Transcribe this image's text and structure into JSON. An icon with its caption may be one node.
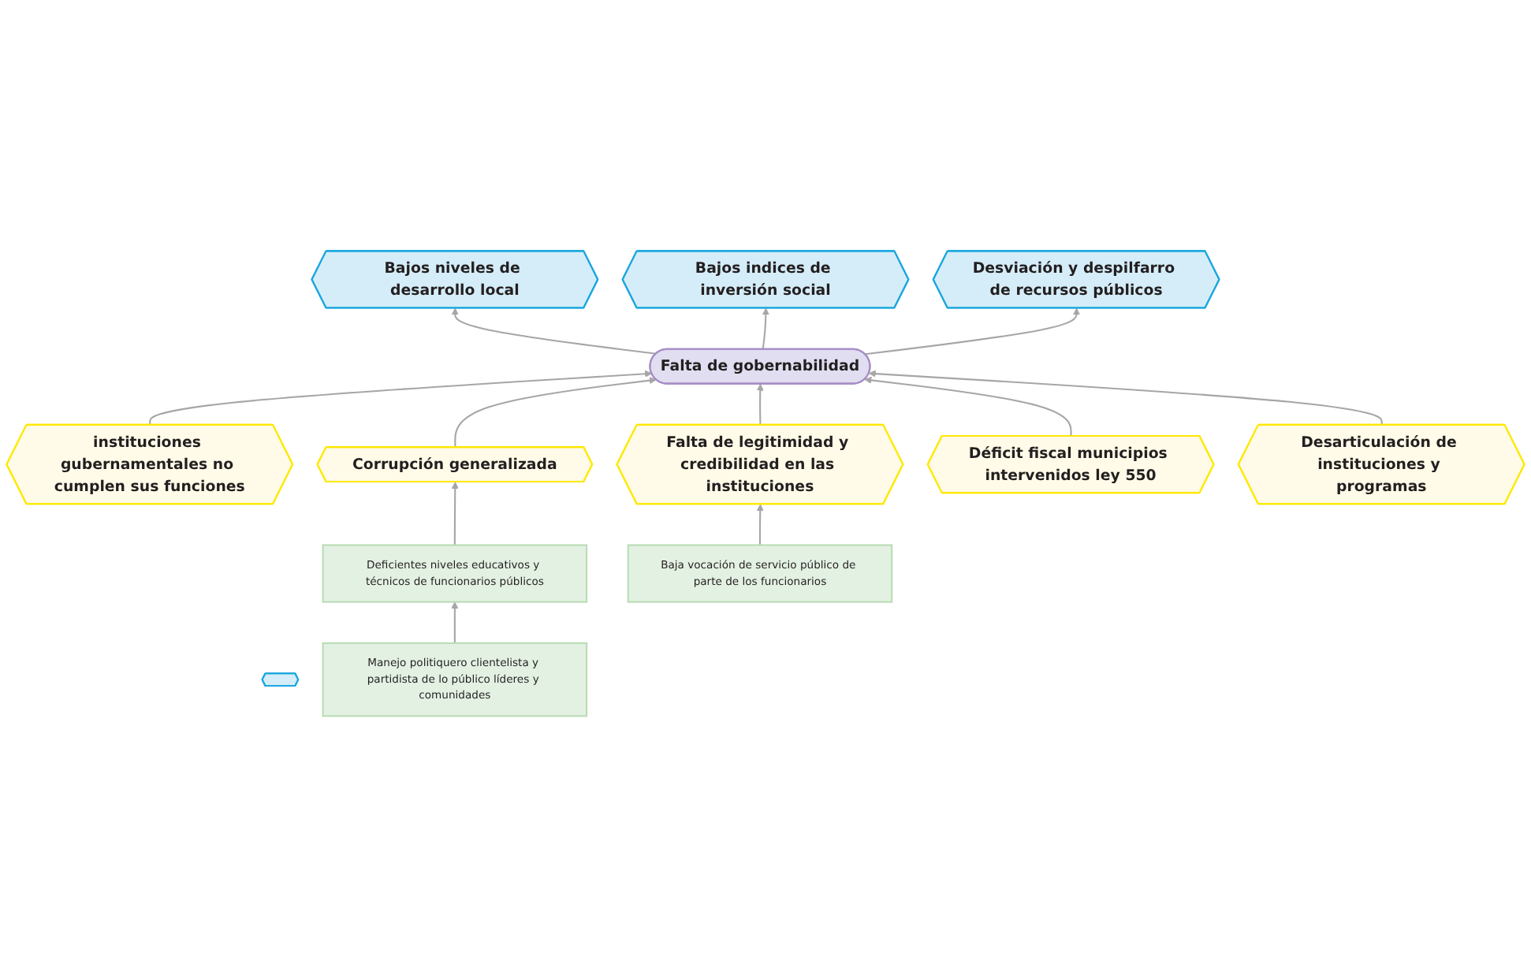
{
  "diagram": {
    "nodes": [
      {
        "text": [],
        "shape": "hexagon"
      },
      {
        "text": [
          "Bajos niveles de desarrollo local"
        ]
      },
      {
        "text": [
          "Bajos indices de inversión social"
        ]
      },
      {
        "text": [
          "Desviación y despilfarro de recursos públicos"
        ]
      },
      {
        "text": [
          "Falta de gobernabilidad"
        ]
      },
      {
        "text": [
          "instituciones gubernamentales no cumplen sus funciones"
        ]
      },
      {
        "text": [
          "Corrupción generalizada"
        ]
      },
      {
        "text": [
          "Falta de legitimidad y credibilidad en las instituciones"
        ]
      },
      {
        "text": [
          "Déficit fiscal municipios intervenidos ley 550"
        ]
      },
      {
        "text": [
          "Desarticulación de instituciones y programas"
        ]
      },
      {
        "text": [
          "Deficientes niveles educativos y técnicos de funcionarios públicos"
        ]
      },
      {
        "text": [
          "Baja vocación de servicio público de parte de los funcionarios"
        ]
      },
      {
        "text": [
          "Manejo politiquero clientelista y partidista de lo público líderes y comunidades"
        ]
      }
    ],
    "edges": [
      {
        "from": 4,
        "to": 1,
        "arrow": "to"
      },
      {
        "from": 4,
        "to": 2,
        "arrow": "to"
      },
      {
        "from": 4,
        "to": 3,
        "arrow": "to"
      },
      {
        "from": 5,
        "to": 4,
        "arrow": "to"
      },
      {
        "from": 6,
        "to": 4,
        "arrow": "to"
      },
      {
        "from": 7,
        "to": 4,
        "arrow": "to"
      },
      {
        "from": 8,
        "to": 4,
        "arrow": "to"
      },
      {
        "from": 9,
        "to": 4,
        "arrow": "to"
      },
      {
        "from": 10,
        "to": 6,
        "arrow": "to"
      },
      {
        "from": 11,
        "to": 7,
        "arrow": "to"
      },
      {
        "from": 12,
        "to": 10,
        "arrow": "to"
      }
    ]
  }
}
